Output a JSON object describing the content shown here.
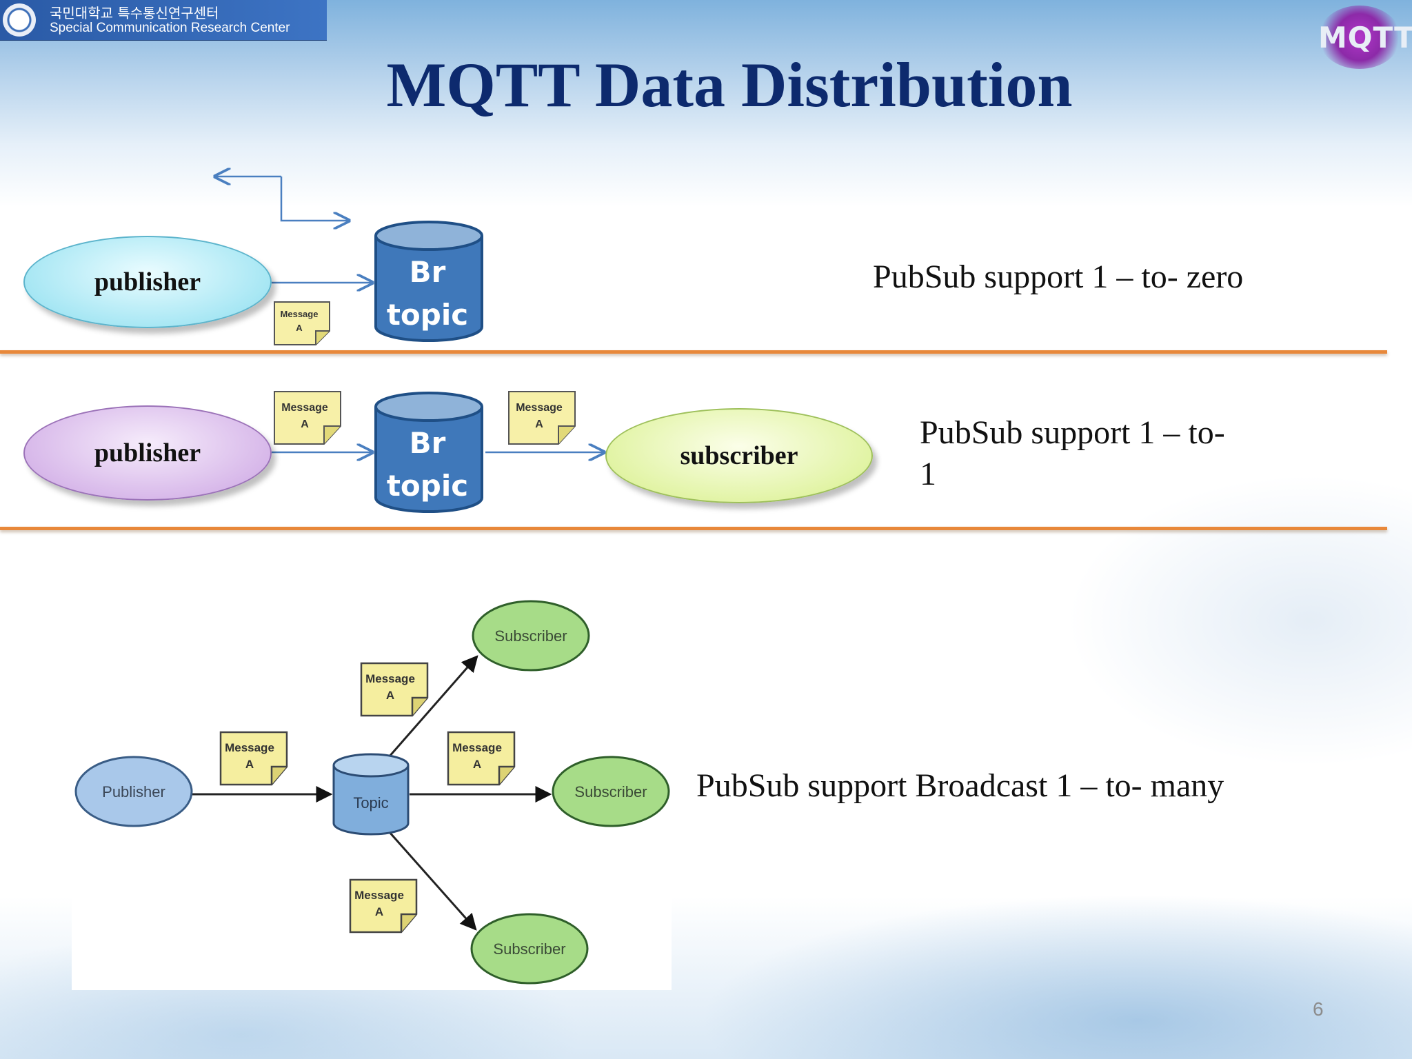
{
  "header": {
    "org_korean": "국민대학교 특수통신연구센터",
    "org_english": "Special Communication Research Center",
    "logo_text": "MQTT"
  },
  "title": "MQTT Data Distribution",
  "message_note": {
    "line1": "Message",
    "line2": "A"
  },
  "rows": [
    {
      "publisher": "publisher",
      "broker_line1": "Br",
      "broker_line2": "topic",
      "caption": "PubSub support 1 – to- zero"
    },
    {
      "publisher": "publisher",
      "broker_line1": "Br",
      "broker_line2": "topic",
      "subscriber": "subscriber",
      "caption_line1": "PubSub support 1 – to-",
      "caption_line2": "1"
    }
  ],
  "broadcast": {
    "publisher": "Publisher",
    "topic": "Topic",
    "subscribers": [
      "Subscriber",
      "Subscriber",
      "Subscriber"
    ],
    "caption": "PubSub support Broadcast 1 – to- many"
  },
  "page_number": "6",
  "colors": {
    "title": "#0d2a6e",
    "rule": "#e8883a",
    "broker": "#3f78ba",
    "arrow": "#4a7fc0",
    "note": "#f7f0a8"
  }
}
